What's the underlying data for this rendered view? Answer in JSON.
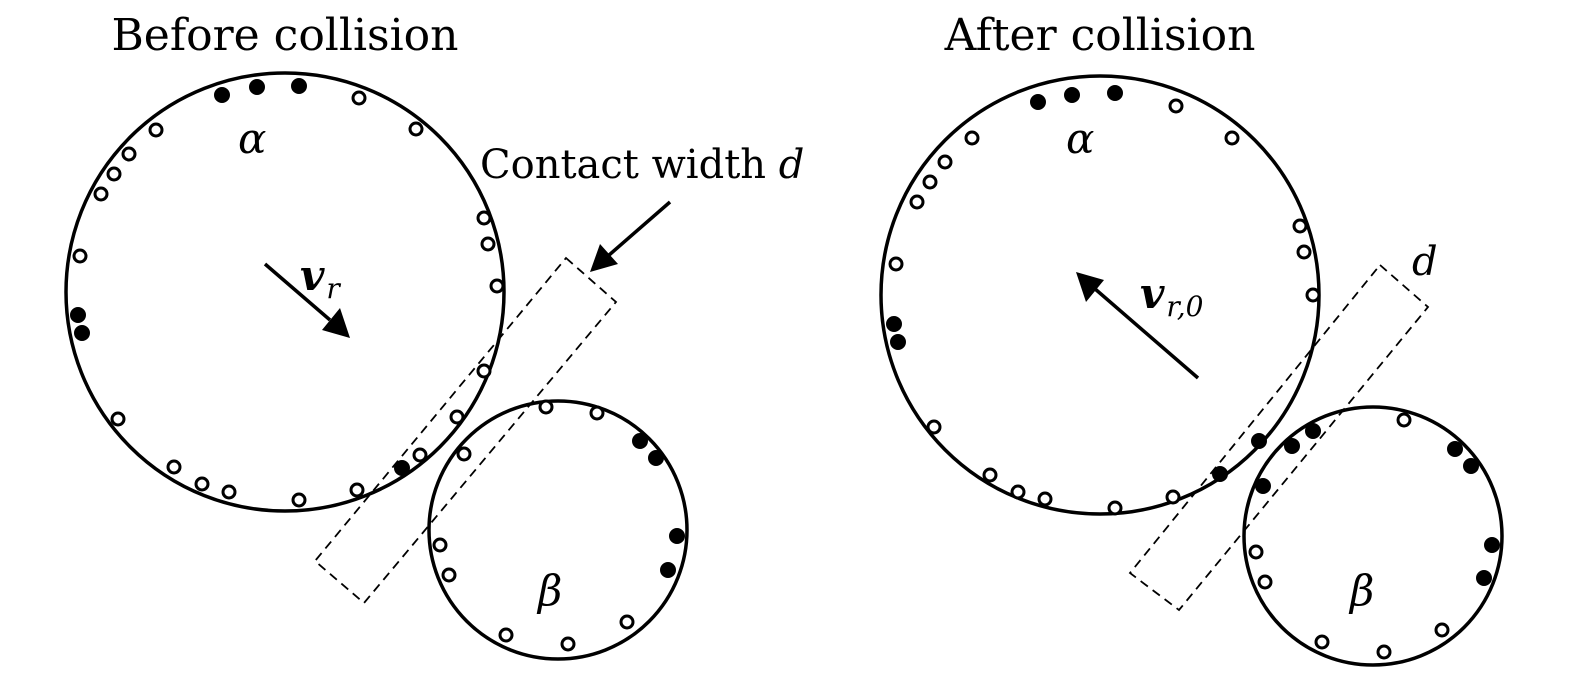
{
  "panels": {
    "before": {
      "title": "Before collision",
      "particle_alpha": "α",
      "particle_beta": "β",
      "velocity_symbol": "v",
      "velocity_subscript": "r",
      "contact_label": "Contact width",
      "contact_symbol": "d"
    },
    "after": {
      "title": "After collision",
      "particle_alpha": "α",
      "particle_beta": "β",
      "velocity_symbol": "v",
      "velocity_subscript": "r,0",
      "contact_symbol": "d"
    }
  }
}
